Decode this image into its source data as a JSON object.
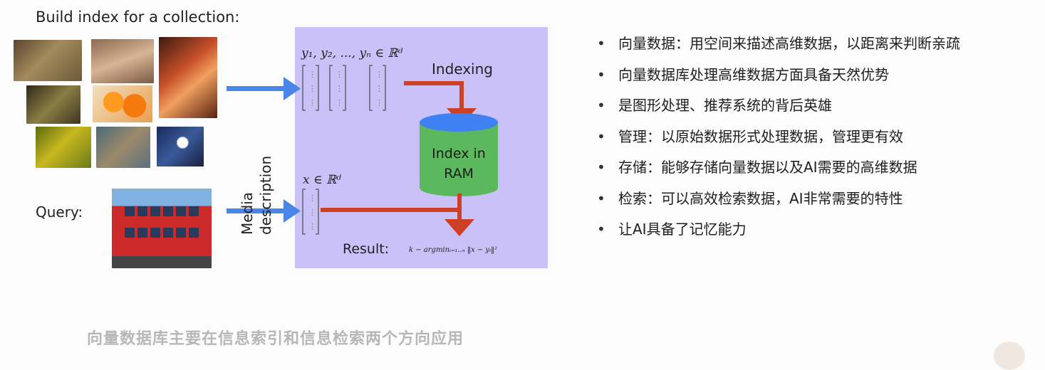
{
  "diagram": {
    "heading": "Build index for a collection:",
    "query_label": "Query:",
    "media_label_line1": "Media",
    "media_label_line2": "description",
    "indexing_label": "Indexing",
    "ram_label_line1": "Index in",
    "ram_label_line2": "RAM",
    "vectors_label": "y₁, y₂, ..., yₙ ∈ ℝᵈ",
    "query_vector_label": "x ∈ ℝᵈ",
    "result_label": "Result:",
    "result_formula": "k − argminᵢ₌₁..ₙ ‖x − yᵢ‖²",
    "colors": {
      "panel": "#c9c1f7",
      "arrow_blue": "#4a86e8",
      "arrow_red": "#cc4125",
      "cylinder_top": "#3f80f2",
      "cylinder_body": "#5cb85c"
    }
  },
  "bullets": [
    "向量数据：用空间来描述高维数据，以距离来判断亲疏",
    "向量数据库处理高维数据方面具备天然优势",
    "是图形处理、推荐系统的背后英雄",
    "管理：以原始数据形式处理数据，管理更有效",
    "存储：能够存储向量数据以及AI需要的高维数据",
    "检索：可以高效检索数据，AI非常需要的特性",
    "让AI具备了记忆能力"
  ],
  "caption": "向量数据库主要在信息索引和信息检索两个方向应用"
}
